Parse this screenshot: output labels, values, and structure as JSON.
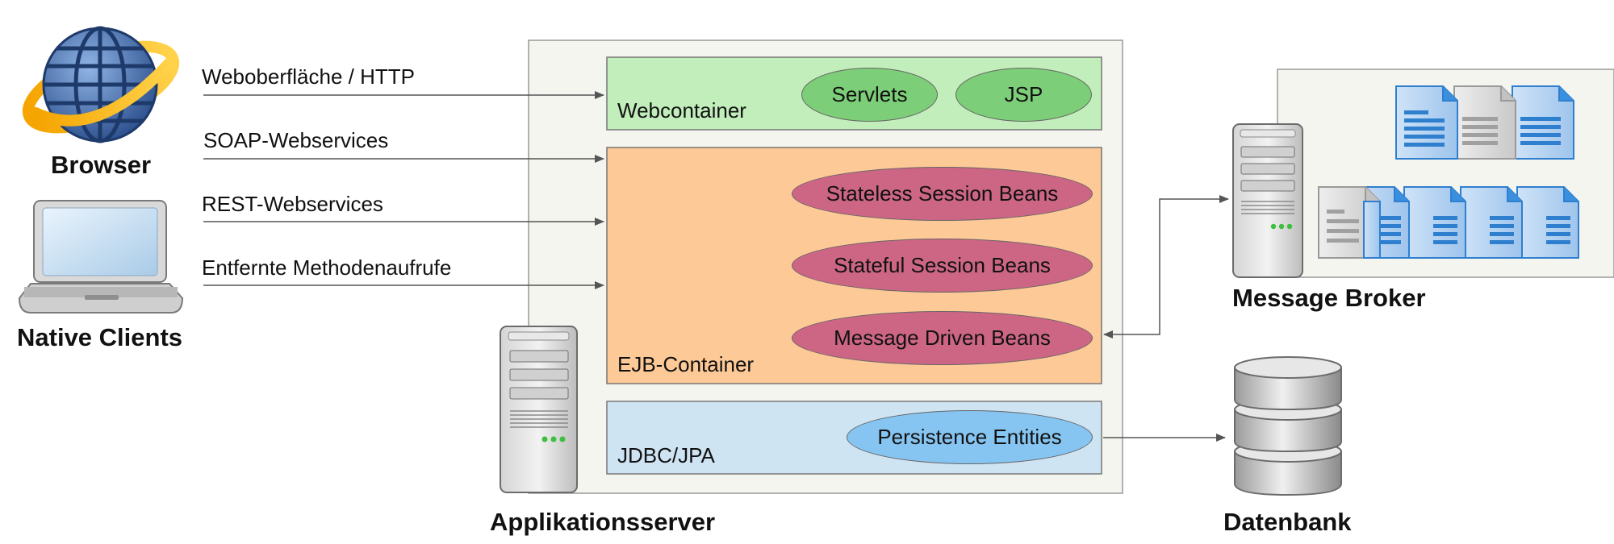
{
  "clients": {
    "browser": "Browser",
    "native": "Native Clients"
  },
  "connections": [
    "Weboberfläche / HTTP",
    "SOAP-Webservices",
    "REST-Webservices",
    "Entfernte Methodenaufrufe"
  ],
  "appserver": {
    "label": "Applikationsserver",
    "webcontainer": {
      "label": "Webcontainer",
      "items": [
        "Servlets",
        "JSP"
      ]
    },
    "ejb": {
      "label": "EJB-Container",
      "items": [
        "Stateless Session Beans",
        "Stateful Session Beans",
        "Message Driven Beans"
      ]
    },
    "jdbc": {
      "label": "JDBC/JPA",
      "items": [
        "Persistence Entities"
      ]
    }
  },
  "message_broker": {
    "label": "Message Broker"
  },
  "database": {
    "label": "Datenbank"
  },
  "colors": {
    "appserver_bg": "#f5f5ef",
    "webcontainer_bg": "#c2eebb",
    "ejb_bg": "#fdc996",
    "jdbc_bg": "#cfe4f3",
    "green_ellipse": "#7dce78",
    "bean_ellipse": "#cc6684",
    "entity_ellipse": "#86c5f1",
    "broker_bg": "#f5f5ef"
  },
  "icons": [
    "globe-icon",
    "laptop-icon",
    "server-icon",
    "document-icon",
    "database-icon"
  ]
}
